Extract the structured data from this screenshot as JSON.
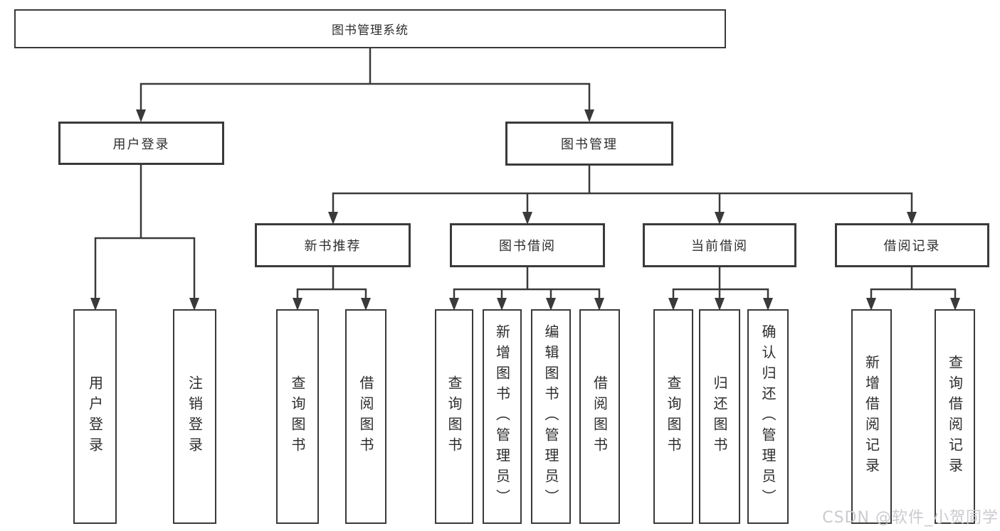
{
  "diagram": {
    "type": "hierarchy-tree",
    "root": {
      "label": "图书管理系统",
      "children": [
        {
          "label": "用户登录",
          "children": [
            {
              "label": "用户登录"
            },
            {
              "label": "注销登录"
            }
          ]
        },
        {
          "label": "图书管理",
          "children": [
            {
              "label": "新书推荐",
              "children": [
                {
                  "label": "查询图书"
                },
                {
                  "label": "借阅图书"
                }
              ]
            },
            {
              "label": "图书借阅",
              "children": [
                {
                  "label": "查询图书"
                },
                {
                  "label": "新增图书（管理员）"
                },
                {
                  "label": "编辑图书（管理员）"
                },
                {
                  "label": "借阅图书"
                }
              ]
            },
            {
              "label": "当前借阅",
              "children": [
                {
                  "label": "查询图书"
                },
                {
                  "label": "归还图书"
                },
                {
                  "label": "确认归还（管理员）"
                }
              ]
            },
            {
              "label": "借阅记录",
              "children": [
                {
                  "label": "新增借阅记录"
                },
                {
                  "label": "查询借阅记录"
                }
              ]
            }
          ]
        }
      ]
    }
  },
  "watermark": {
    "text": "CSDN @软件_小贺同学",
    "color": "#c7c7ce"
  },
  "colors": {
    "line": "#3a3a3a",
    "box_border": "#3a3a3a",
    "text": "#2d2d2d",
    "background": "#ffffff"
  }
}
